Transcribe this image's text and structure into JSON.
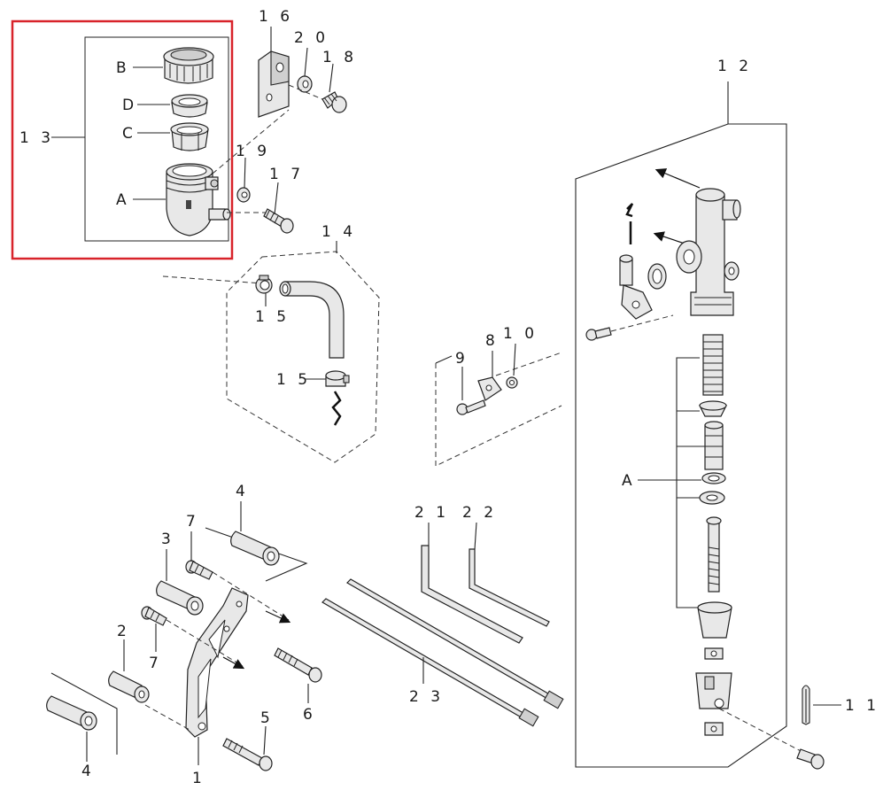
{
  "highlight_color": "#d8232a",
  "callouts": {
    "c13": "1 3",
    "cB": "B",
    "cD": "D",
    "cC": "C",
    "cA_res": "A",
    "c16": "1 6",
    "c20": "2 0",
    "c18": "1 8",
    "c19": "1 9",
    "c17": "1 7",
    "c14": "1 4",
    "c15a": "1 5",
    "c15b": "1 5",
    "c12": "1 2",
    "c9": "9",
    "c8": "8",
    "c10": "1 0",
    "cA_cyl": "A",
    "c11": "1 1",
    "c21": "2 1",
    "c22": "2 2",
    "c23": "2 3",
    "c4a": "4",
    "c7a": "7",
    "c3": "3",
    "c2": "2",
    "c7b": "7",
    "c6": "6",
    "c5": "5",
    "c4b": "4",
    "c1": "1"
  }
}
